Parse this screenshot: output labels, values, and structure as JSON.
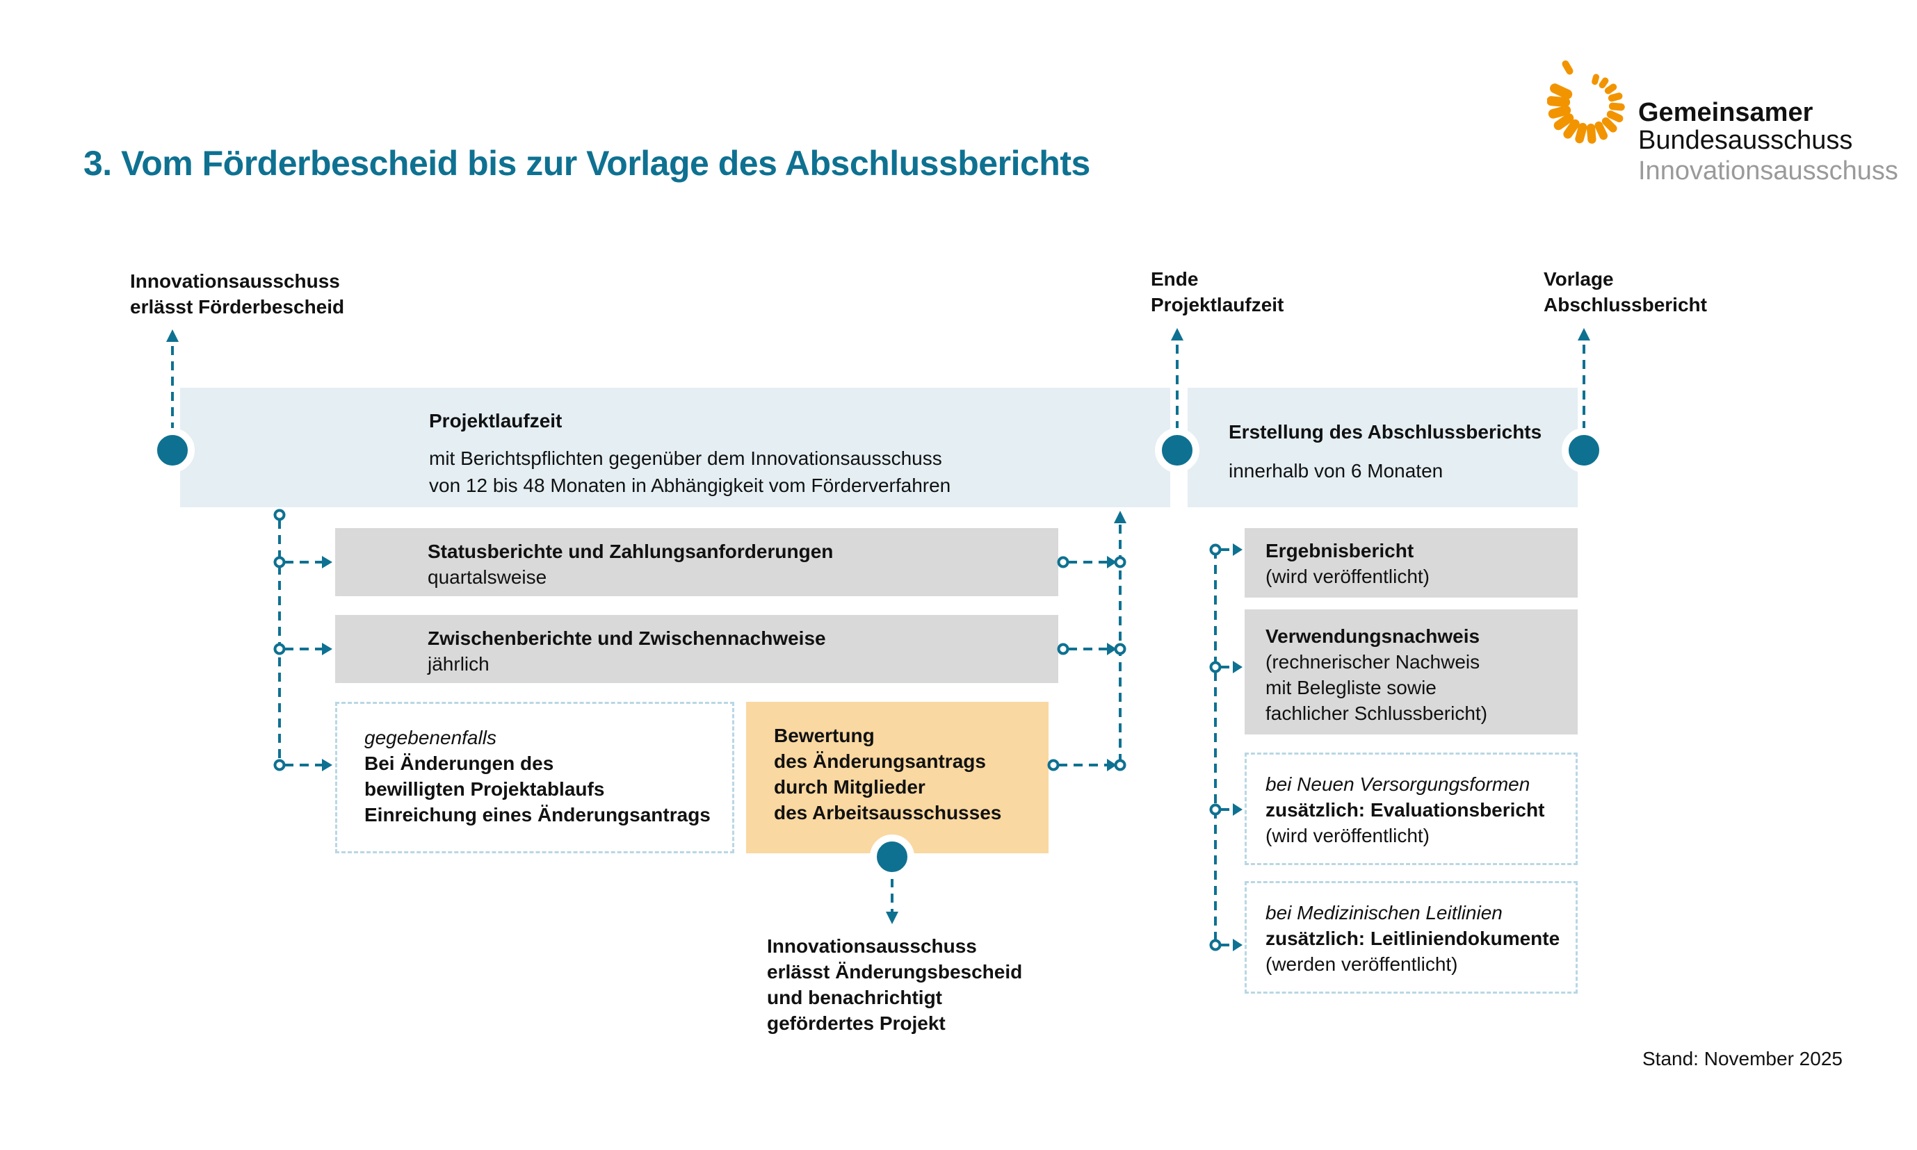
{
  "title": "3. Vom Förderbescheid bis zur Vorlage des Abschlussberichts",
  "logo": {
    "line1": "Gemeinsamer",
    "line2": "Bundesausschuss",
    "line3": "Innovationsausschuss"
  },
  "milestones": {
    "start_label": "Innovationsausschuss\nerlässt Förderbescheid",
    "end_label": "Ende\nProjektlaufzeit",
    "submission_label": "Vorlage\nAbschlussbericht"
  },
  "bands": {
    "project": {
      "title": "Projektlaufzeit",
      "desc": "mit Berichtspflichten gegenüber dem Innovationsausschuss\nvon 12 bis 48 Monaten in Abhängigkeit vom Förderverfahren"
    },
    "report": {
      "title": "Erstellung des Abschlussberichts",
      "desc": "innerhalb von 6 Monaten"
    }
  },
  "left_boxes": {
    "status": {
      "title": "Statusberichte und Zahlungsanforderungen",
      "subtitle": "quartalsweise"
    },
    "interim": {
      "title": "Zwischenberichte und Zwischennachweise",
      "subtitle": "jährlich"
    },
    "change_request": {
      "intro": "gegebenenfalls",
      "body": "Bei Änderungen des\nbewilligten Projektablaufs\nEinreichung eines Änderungsantrags"
    },
    "review": {
      "body": "Bewertung\ndes Änderungsantrags\ndurch Mitglieder\ndes Arbeitsausschusses"
    }
  },
  "change_note": "Innovationsausschuss\nerlässt Änderungsbescheid\nund benachrichtigt\ngefördertes Projekt",
  "right_boxes": {
    "result": {
      "title": "Ergebnisbericht",
      "sub": "(wird veröffentlicht)"
    },
    "usage": {
      "title": "Verwendungsnachweis",
      "sub": "(rechnerischer Nachweis\nmit Belegliste sowie\nfachlicher Schlussbericht)"
    },
    "evaluation": {
      "intro": "bei Neuen Versorgungsformen",
      "title": "zusätzlich: Evaluationsbericht",
      "sub": "(wird veröffentlicht)"
    },
    "guideline": {
      "intro": "bei Medizinischen Leitlinien",
      "title": "zusätzlich: Leitliniendokumente",
      "sub": "(werden veröffentlicht)"
    }
  },
  "footer": {
    "stand": "Stand: November 2025"
  },
  "colors": {
    "accent_teal": "#0e7191",
    "band_blue": "#e4eef3",
    "box_gray": "#d9d9d9",
    "box_orange": "#f9d8a1",
    "dashed_border_blue": "#b9d7e4",
    "logo_orange": "#f29400",
    "logo_gray": "#9a9a9a"
  }
}
